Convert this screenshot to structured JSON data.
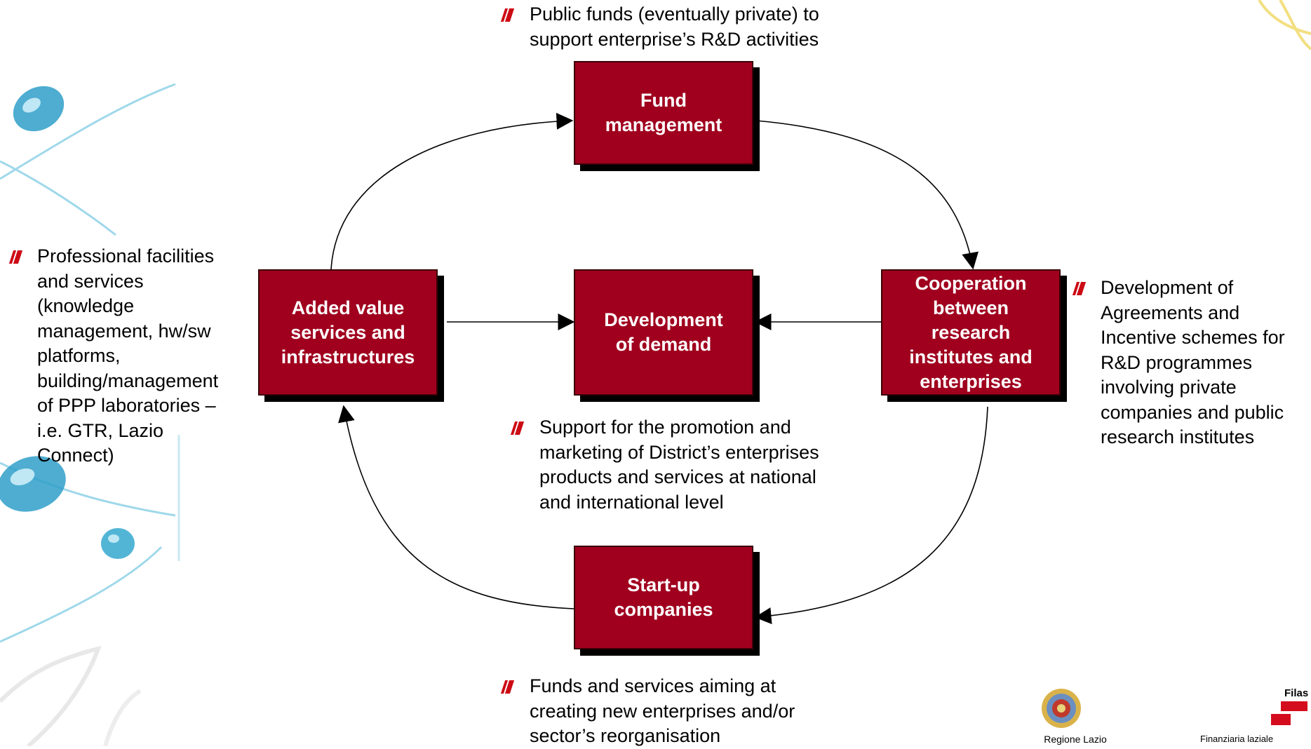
{
  "boxes": {
    "fund": "Fund management",
    "added": "Added value services and infrastructures",
    "demand": "Development of demand",
    "coop": "Cooperation between research institutes and enterprises",
    "startup": "Start-up companies"
  },
  "bullets": {
    "top": [
      "Public funds (eventually private) to",
      "support enterprise’s R&D activities"
    ],
    "left": [
      "Professional facilities",
      "and services",
      "(knowledge",
      "management, hw/sw",
      "platforms,",
      "building/management",
      "of PPP laboratories –",
      "i.e. GTR, Lazio",
      "Connect)"
    ],
    "right": [
      "Development of",
      "Agreements and",
      "Incentive schemes for",
      "R&D programmes",
      "involving private",
      "companies and public",
      "research institutes"
    ],
    "center": [
      "Support for the promotion and",
      "marketing of District’s enterprises",
      "products and services at national",
      "and international level"
    ],
    "bottom": [
      "Funds and services aiming at",
      "creating new enterprises and/or",
      "sector’s reorganisation"
    ]
  },
  "logos": {
    "regione_caption": "Regione Lazio",
    "filas_name": "Filas",
    "filas_caption": "Finanziaria laziale"
  },
  "colors": {
    "box_fill": "#a0001e",
    "bullet_marker": "#cc0a14"
  }
}
